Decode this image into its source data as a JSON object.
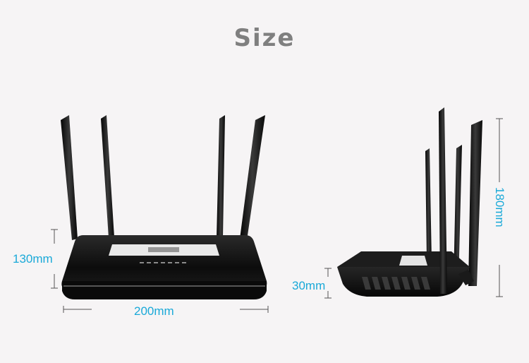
{
  "title": "Size",
  "dimensions": {
    "front_height": "130mm",
    "front_width": "200mm",
    "side_depth": "30mm",
    "side_antenna_height": "180mm"
  },
  "colors": {
    "background": "#f6f4f5",
    "title": "#7f7f7f",
    "dimension_text": "#1aa9d8",
    "router_body": "#111111"
  }
}
